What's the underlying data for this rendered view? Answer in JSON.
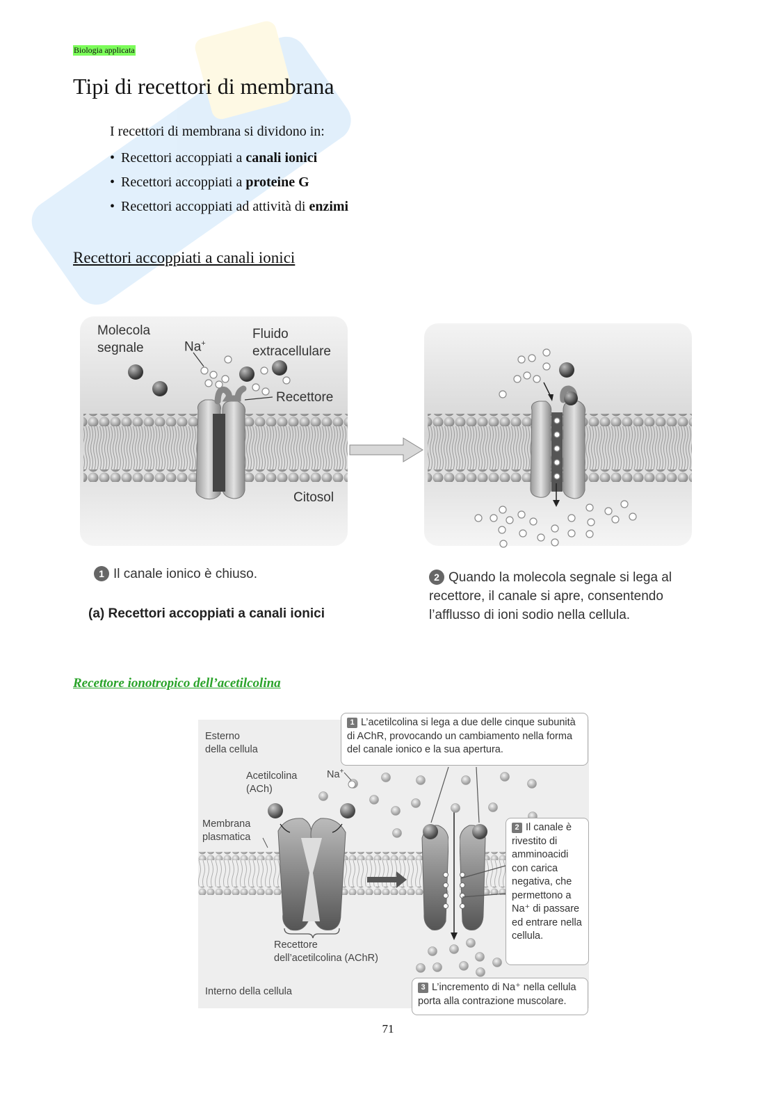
{
  "header": {
    "course": "Biologia applicata"
  },
  "title": "Tipi di recettori di membrana",
  "intro": "I recettori di membrana si dividono in:",
  "bullets": [
    {
      "prefix": "Recettori accoppiati a ",
      "bold": "canali ionici"
    },
    {
      "prefix": "Recettori accoppiati a ",
      "bold": "proteine G"
    },
    {
      "prefix": "Recettori accoppiati ad attività di ",
      "bold": "enzimi"
    }
  ],
  "section1": "Recettori accoppiati a canali ionici",
  "figure1": {
    "label_molecule_1": "Molecola",
    "label_molecule_2": "segnale",
    "label_na": "Na",
    "label_na_sup": "+",
    "label_fluid_1": "Fluido",
    "label_fluid_2": "extracellulare",
    "label_receptor": "Recettore",
    "label_cytosol": "Citosol",
    "step1_num": "1",
    "step1_text": "Il canale ionico è chiuso.",
    "step2_num": "2",
    "step2_text": "Quando la molecola segnale si lega al recettore, il canale si apre, consentendo l’afflusso di ioni sodio nella cellula.",
    "caption": "(a) Recettori accoppiati a canali ionici"
  },
  "section2": "Recettore ionotropico dell’acetilcolina",
  "figure2": {
    "outside": "Esterno\ndella cellula",
    "outside_1": "Esterno",
    "outside_2": "della cellula",
    "ach_1": "Acetilcolina",
    "ach_2": "(ACh)",
    "na": "Na",
    "na_sup": "+",
    "membrane_1": "Membrana",
    "membrane_2": "plasmatica",
    "receptor_1": "Recettore",
    "receptor_2": "dell’acetilcolina (AChR)",
    "inside": "Interno della cellula",
    "callout1_num": "1",
    "callout1": "L’acetilcolina si lega a due delle cinque subunità di AChR, provocando un cambiamento nella forma del canale ionico e la sua apertura.",
    "callout2_num": "2",
    "callout2": "Il canale è rivestito di amminoacidi con carica negativa, che permettono a Na⁺ di passare ed entrare nella cellula.",
    "callout3_num": "3",
    "callout3": "L’incremento di Na⁺ nella cellula porta alla contrazione muscolare."
  },
  "page_number": "71"
}
